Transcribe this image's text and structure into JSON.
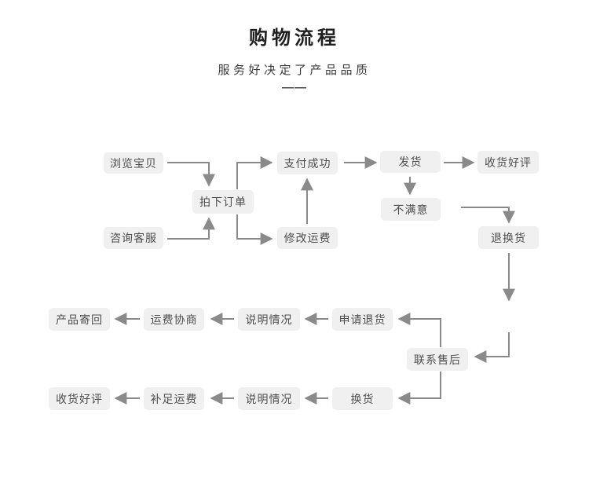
{
  "header": {
    "title": "购物流程",
    "subtitle": "服务好决定了产品品质",
    "divider": "——"
  },
  "flowchart": {
    "type": "flowchart",
    "box_background": "#f0f0f0",
    "box_text_color": "#4d4d4d",
    "arrow_color": "#8a8a8a",
    "nodes": {
      "browse": {
        "label": "浏览宝贝"
      },
      "order": {
        "label": "拍下订单"
      },
      "consult": {
        "label": "咨询客服"
      },
      "pay": {
        "label": "支付成功"
      },
      "modify_shipping": {
        "label": "修改运费"
      },
      "ship": {
        "label": "发货"
      },
      "receive_review_top": {
        "label": "收货好评"
      },
      "unsatisfied": {
        "label": "不满意"
      },
      "return_exchange": {
        "label": "退换货"
      },
      "send_back": {
        "label": "产品寄回"
      },
      "negotiate_shipping": {
        "label": "运费协商"
      },
      "explain_return": {
        "label": "说明情况"
      },
      "apply_return": {
        "label": "申请退货"
      },
      "contact_aftersales": {
        "label": "联系售后"
      },
      "receive_review_bottom": {
        "label": "收货好评"
      },
      "makeup_shipping": {
        "label": "补足运费"
      },
      "explain_exchange": {
        "label": "说明情况"
      },
      "exchange": {
        "label": "换货"
      }
    },
    "edges": [
      {
        "from": "browse",
        "to": "order"
      },
      {
        "from": "consult",
        "to": "order"
      },
      {
        "from": "order",
        "to": "pay"
      },
      {
        "from": "order",
        "to": "modify_shipping"
      },
      {
        "from": "modify_shipping",
        "to": "pay"
      },
      {
        "from": "pay",
        "to": "ship"
      },
      {
        "from": "ship",
        "to": "receive_review_top"
      },
      {
        "from": "ship",
        "to": "unsatisfied"
      },
      {
        "from": "unsatisfied",
        "to": "return_exchange"
      },
      {
        "from": "return_exchange",
        "to": "contact_aftersales"
      },
      {
        "from": "contact_aftersales",
        "to": "apply_return"
      },
      {
        "from": "apply_return",
        "to": "explain_return"
      },
      {
        "from": "explain_return",
        "to": "negotiate_shipping"
      },
      {
        "from": "negotiate_shipping",
        "to": "send_back"
      },
      {
        "from": "contact_aftersales",
        "to": "exchange"
      },
      {
        "from": "exchange",
        "to": "explain_exchange"
      },
      {
        "from": "explain_exchange",
        "to": "makeup_shipping"
      },
      {
        "from": "makeup_shipping",
        "to": "receive_review_bottom"
      }
    ]
  }
}
